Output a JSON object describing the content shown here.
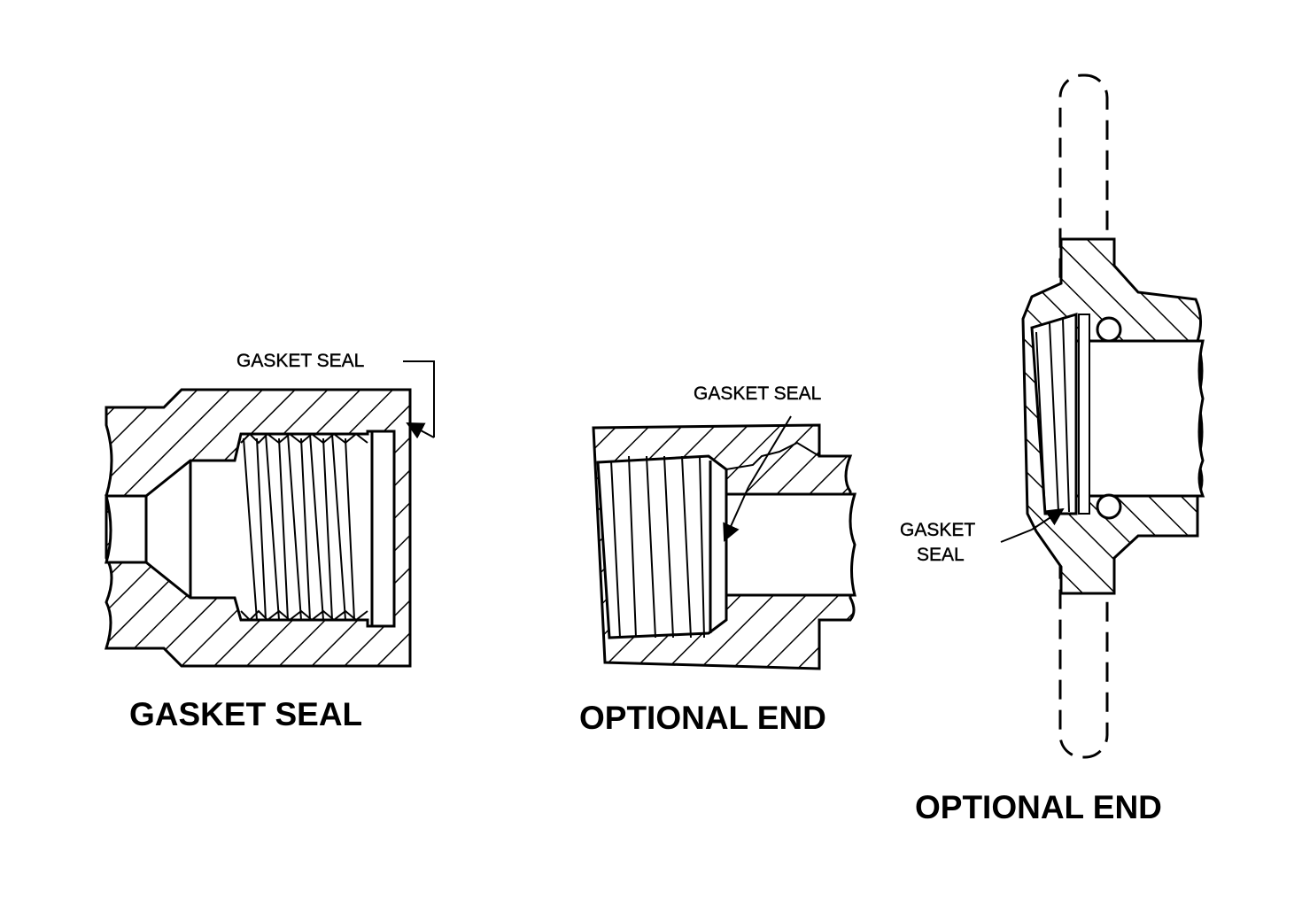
{
  "figures": [
    {
      "title": "GASKET SEAL",
      "callouts": [
        "GASKET SEAL"
      ]
    },
    {
      "title": "OPTIONAL END",
      "callouts": [
        "GASKET SEAL"
      ]
    },
    {
      "title": "OPTIONAL END",
      "callouts": [
        "GASKET",
        "SEAL"
      ]
    }
  ],
  "colors": {
    "ink": "#000000",
    "background": "#ffffff"
  }
}
